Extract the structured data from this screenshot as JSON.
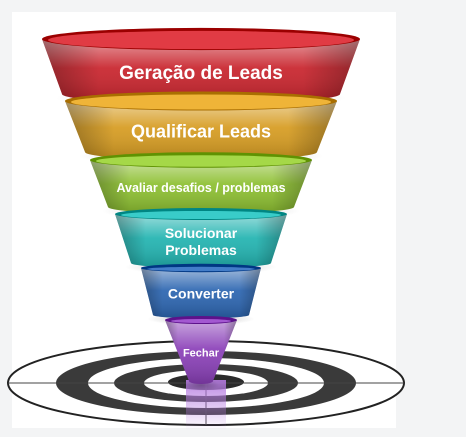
{
  "funnel": {
    "stages": [
      {
        "lines": [
          "Geração de Leads"
        ],
        "color": "#c8222b"
      },
      {
        "lines": [
          "Qualificar Leads"
        ],
        "color": "#d69b1f"
      },
      {
        "lines": [
          "Avaliar desafios / problemas"
        ],
        "color": "#8cbf2f"
      },
      {
        "lines": [
          "Solucionar",
          "Problemas"
        ],
        "color": "#20b3b0"
      },
      {
        "lines": [
          "Converter"
        ],
        "color": "#2a64b0"
      },
      {
        "lines": [
          "Fechar"
        ],
        "color": "#8a3fb8"
      }
    ]
  }
}
